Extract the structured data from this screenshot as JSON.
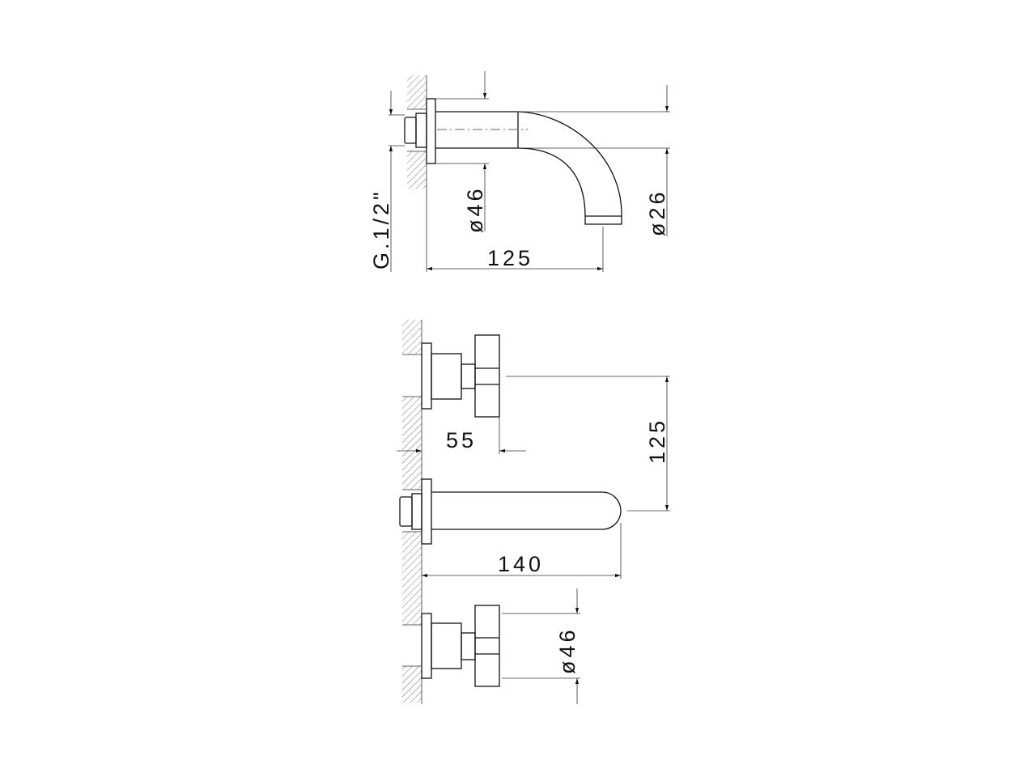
{
  "drawing": {
    "spout_side_view": {
      "thread_label": "G.1/2\"",
      "flange_diameter_label": "ø46",
      "spout_diameter_label": "ø26",
      "projection_label": "125"
    },
    "front_view": {
      "handle_projection_label": "55",
      "handle_to_spout_label": "125",
      "spout_length_label": "140",
      "handle_diameter_label": "ø46"
    },
    "colors": {
      "line": "#111111",
      "background": "#ffffff"
    }
  }
}
